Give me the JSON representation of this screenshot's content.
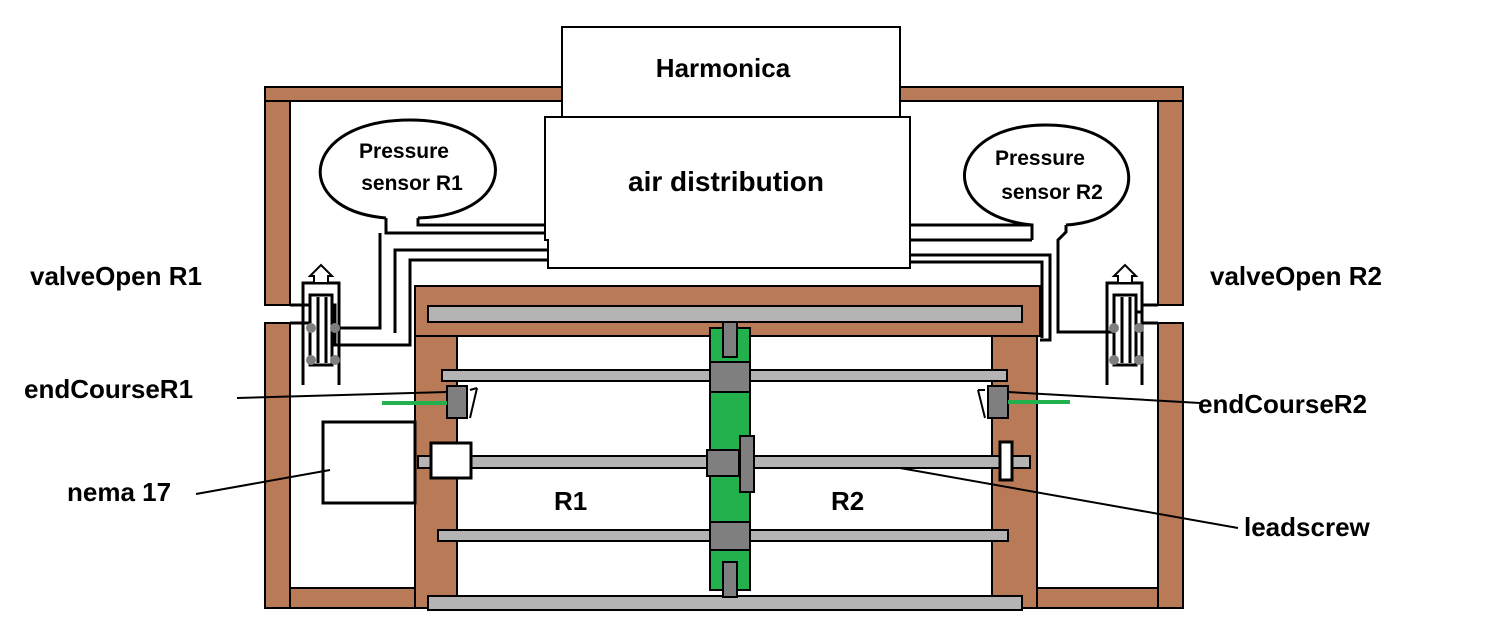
{
  "colors": {
    "wood": "#b97a57",
    "rod": "#b4b4b4",
    "block": "#7f7f7f",
    "carriage": "#22b14c",
    "wire": "#22b14c",
    "line": "#000000"
  },
  "labels": {
    "harmonica": "Harmonica",
    "air_distribution": "air distribution",
    "pressure_r1_line1": "Pressure",
    "pressure_r1_line2": "sensor  R1",
    "pressure_r2_line1": "Pressure",
    "pressure_r2_line2": "sensor R2",
    "valve_r1": "valveOpen R1",
    "valve_r2": "valveOpen R2",
    "endcourse_r1": "endCourseR1",
    "endcourse_r2": "endCourseR2",
    "motor": "nema 17",
    "r1": "R1",
    "r2": "R2",
    "leadscrew": "leadscrew"
  }
}
